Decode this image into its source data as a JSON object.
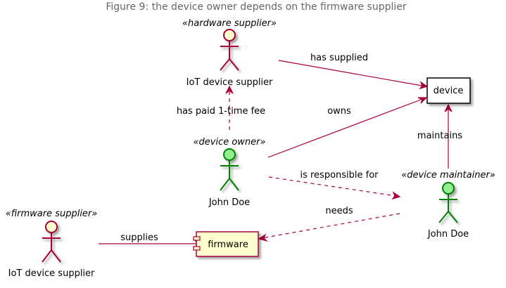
{
  "title": "Figure 9: the device owner depends on the firmware supplier",
  "actors": {
    "hardware_supplier": {
      "stereotype": "«hardware supplier»",
      "name": "IoT device supplier",
      "fill": "#FEFECE",
      "stroke": "#A80036"
    },
    "device_owner": {
      "stereotype": "«device owner»",
      "name": "John Doe",
      "fill": "#90EE90",
      "stroke": "#008000"
    },
    "device_maintainer": {
      "stereotype": "«device maintainer»",
      "name": "John Doe",
      "fill": "#90EE90",
      "stroke": "#008000"
    },
    "firmware_supplier": {
      "stereotype": "«firmware supplier»",
      "name": "IoT device supplier",
      "fill": "#FEFECE",
      "stroke": "#A80036"
    }
  },
  "nodes": {
    "device": {
      "label": "device"
    },
    "firmware": {
      "label": "firmware",
      "icon": "component-icon",
      "fill": "#FEFECE",
      "stroke": "#A80036"
    }
  },
  "relations": {
    "has_supplied": "has supplied",
    "has_paid": "has paid 1-time fee",
    "owns": "owns",
    "maintains": "maintains",
    "is_responsible_for": "is responsible for",
    "needs": "needs",
    "supplies": "supplies"
  },
  "colors": {
    "arrow": "#A80036",
    "title": "#666666"
  }
}
